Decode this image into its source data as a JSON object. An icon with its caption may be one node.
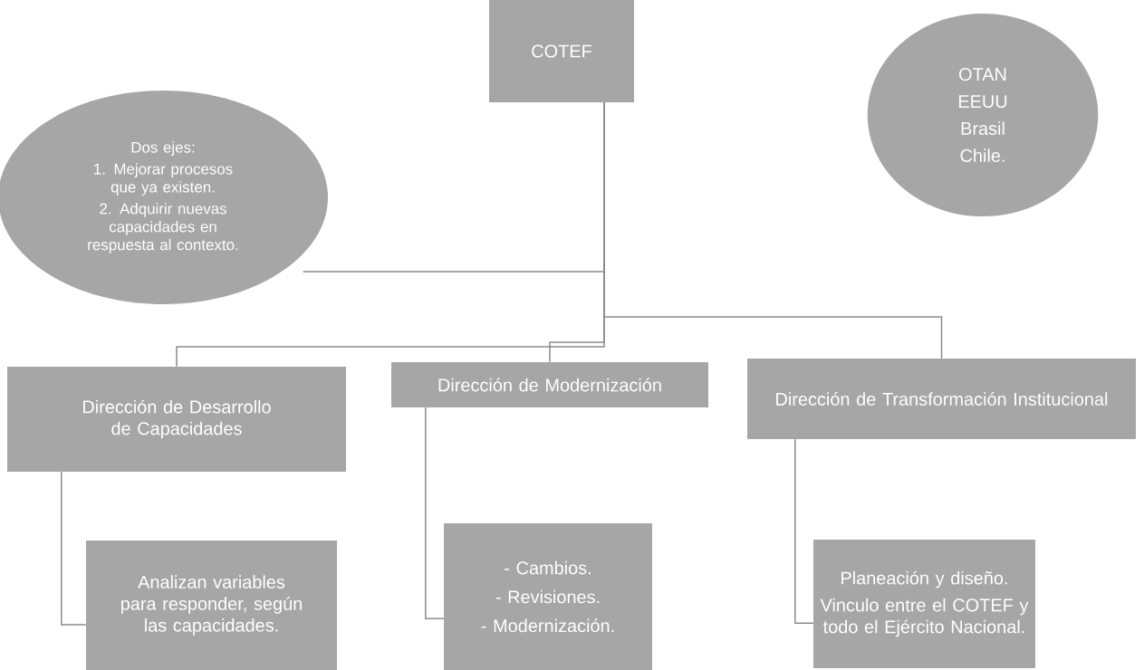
{
  "diagram": {
    "nodes": [
      {
        "text": [
          "COTEF"
        ]
      },
      {
        "text": [
          "Dos ejes:",
          "1. Mejorar procesos que ya existen.",
          "2. Adquirir nuevas capacidades en respuesta al contexto."
        ]
      },
      {
        "text": [
          "OTAN",
          "EEUU",
          "Brasil",
          "Chile."
        ]
      },
      {
        "text": [
          "Dirección de Desarrollo de Capacidades"
        ]
      },
      {
        "text": [
          "Dirección de Modernización"
        ]
      },
      {
        "text": [
          "Dirección de Transformación Institucional"
        ]
      },
      {
        "text": [
          "Analizan variables para responder, según las capacidades."
        ]
      },
      {
        "text": [
          "- Cambios.",
          "- Revisiones.",
          "- Modernización."
        ]
      },
      {
        "text": [
          "Planeación y diseño.",
          "Vinculo entre el COTEF y todo el Ejército Nacional."
        ]
      }
    ],
    "edges": [
      {
        "from": 0,
        "to": 1,
        "arrow": "none"
      },
      {
        "from": 0,
        "to": 3,
        "arrow": "none"
      },
      {
        "from": 0,
        "to": 4,
        "arrow": "none"
      },
      {
        "from": 0,
        "to": 5,
        "arrow": "none"
      },
      {
        "from": 3,
        "to": 6,
        "arrow": "none"
      },
      {
        "from": 4,
        "to": 7,
        "arrow": "none"
      },
      {
        "from": 5,
        "to": 8,
        "arrow": "none"
      }
    ]
  }
}
